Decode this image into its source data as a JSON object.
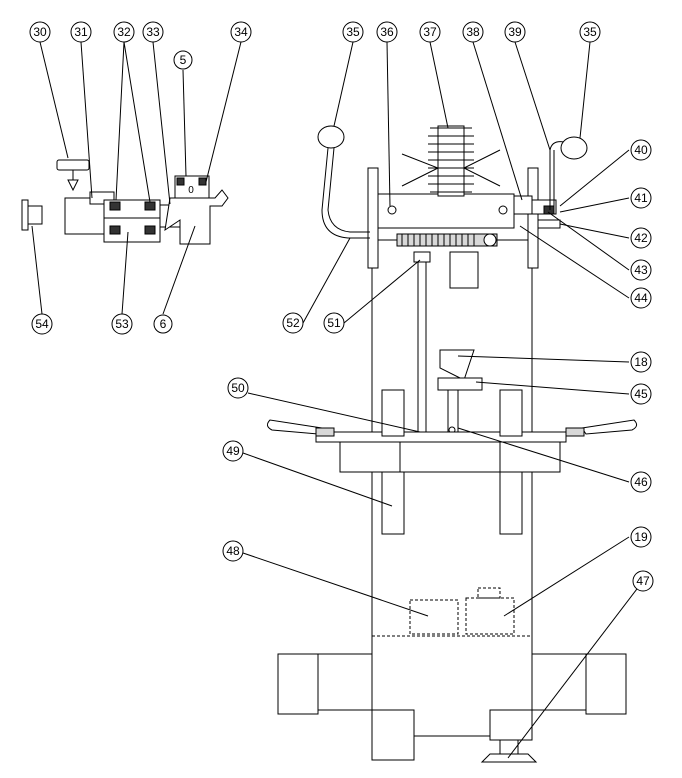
{
  "callouts": {
    "c30": "30",
    "c31": "31",
    "c32": "32",
    "c33": "33",
    "c5": "5",
    "c34": "34",
    "c35a": "35",
    "c36": "36",
    "c37": "37",
    "c38": "38",
    "c39": "39",
    "c35b": "35",
    "c40": "40",
    "c41": "41",
    "c42": "42",
    "c43": "43",
    "c44": "44",
    "c52": "52",
    "c51": "51",
    "c18": "18",
    "c45": "45",
    "c50": "50",
    "c46": "46",
    "c49": "49",
    "c48": "48",
    "c19": "19",
    "c47": "47",
    "c54": "54",
    "c53": "53",
    "c6": "6"
  },
  "inline_marks": {
    "zero": "0"
  }
}
